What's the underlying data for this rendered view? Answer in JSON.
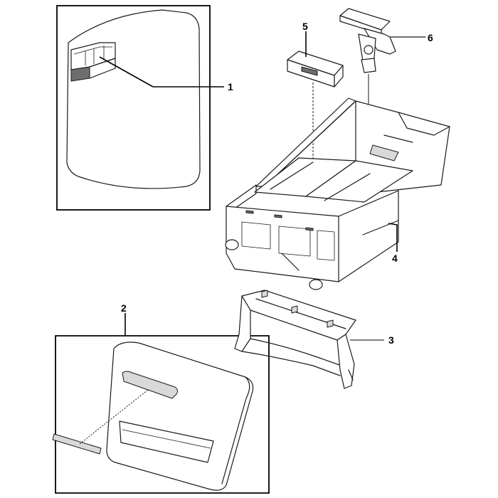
{
  "callouts": [
    {
      "id": "1",
      "label": "1"
    },
    {
      "id": "2",
      "label": "2"
    },
    {
      "id": "3",
      "label": "3"
    },
    {
      "id": "4",
      "label": "4"
    },
    {
      "id": "5",
      "label": "5"
    },
    {
      "id": "6",
      "label": "6"
    }
  ],
  "colors": {
    "line": "#1a1a1a",
    "background": "#ffffff",
    "shade": "#d9d9d9"
  }
}
